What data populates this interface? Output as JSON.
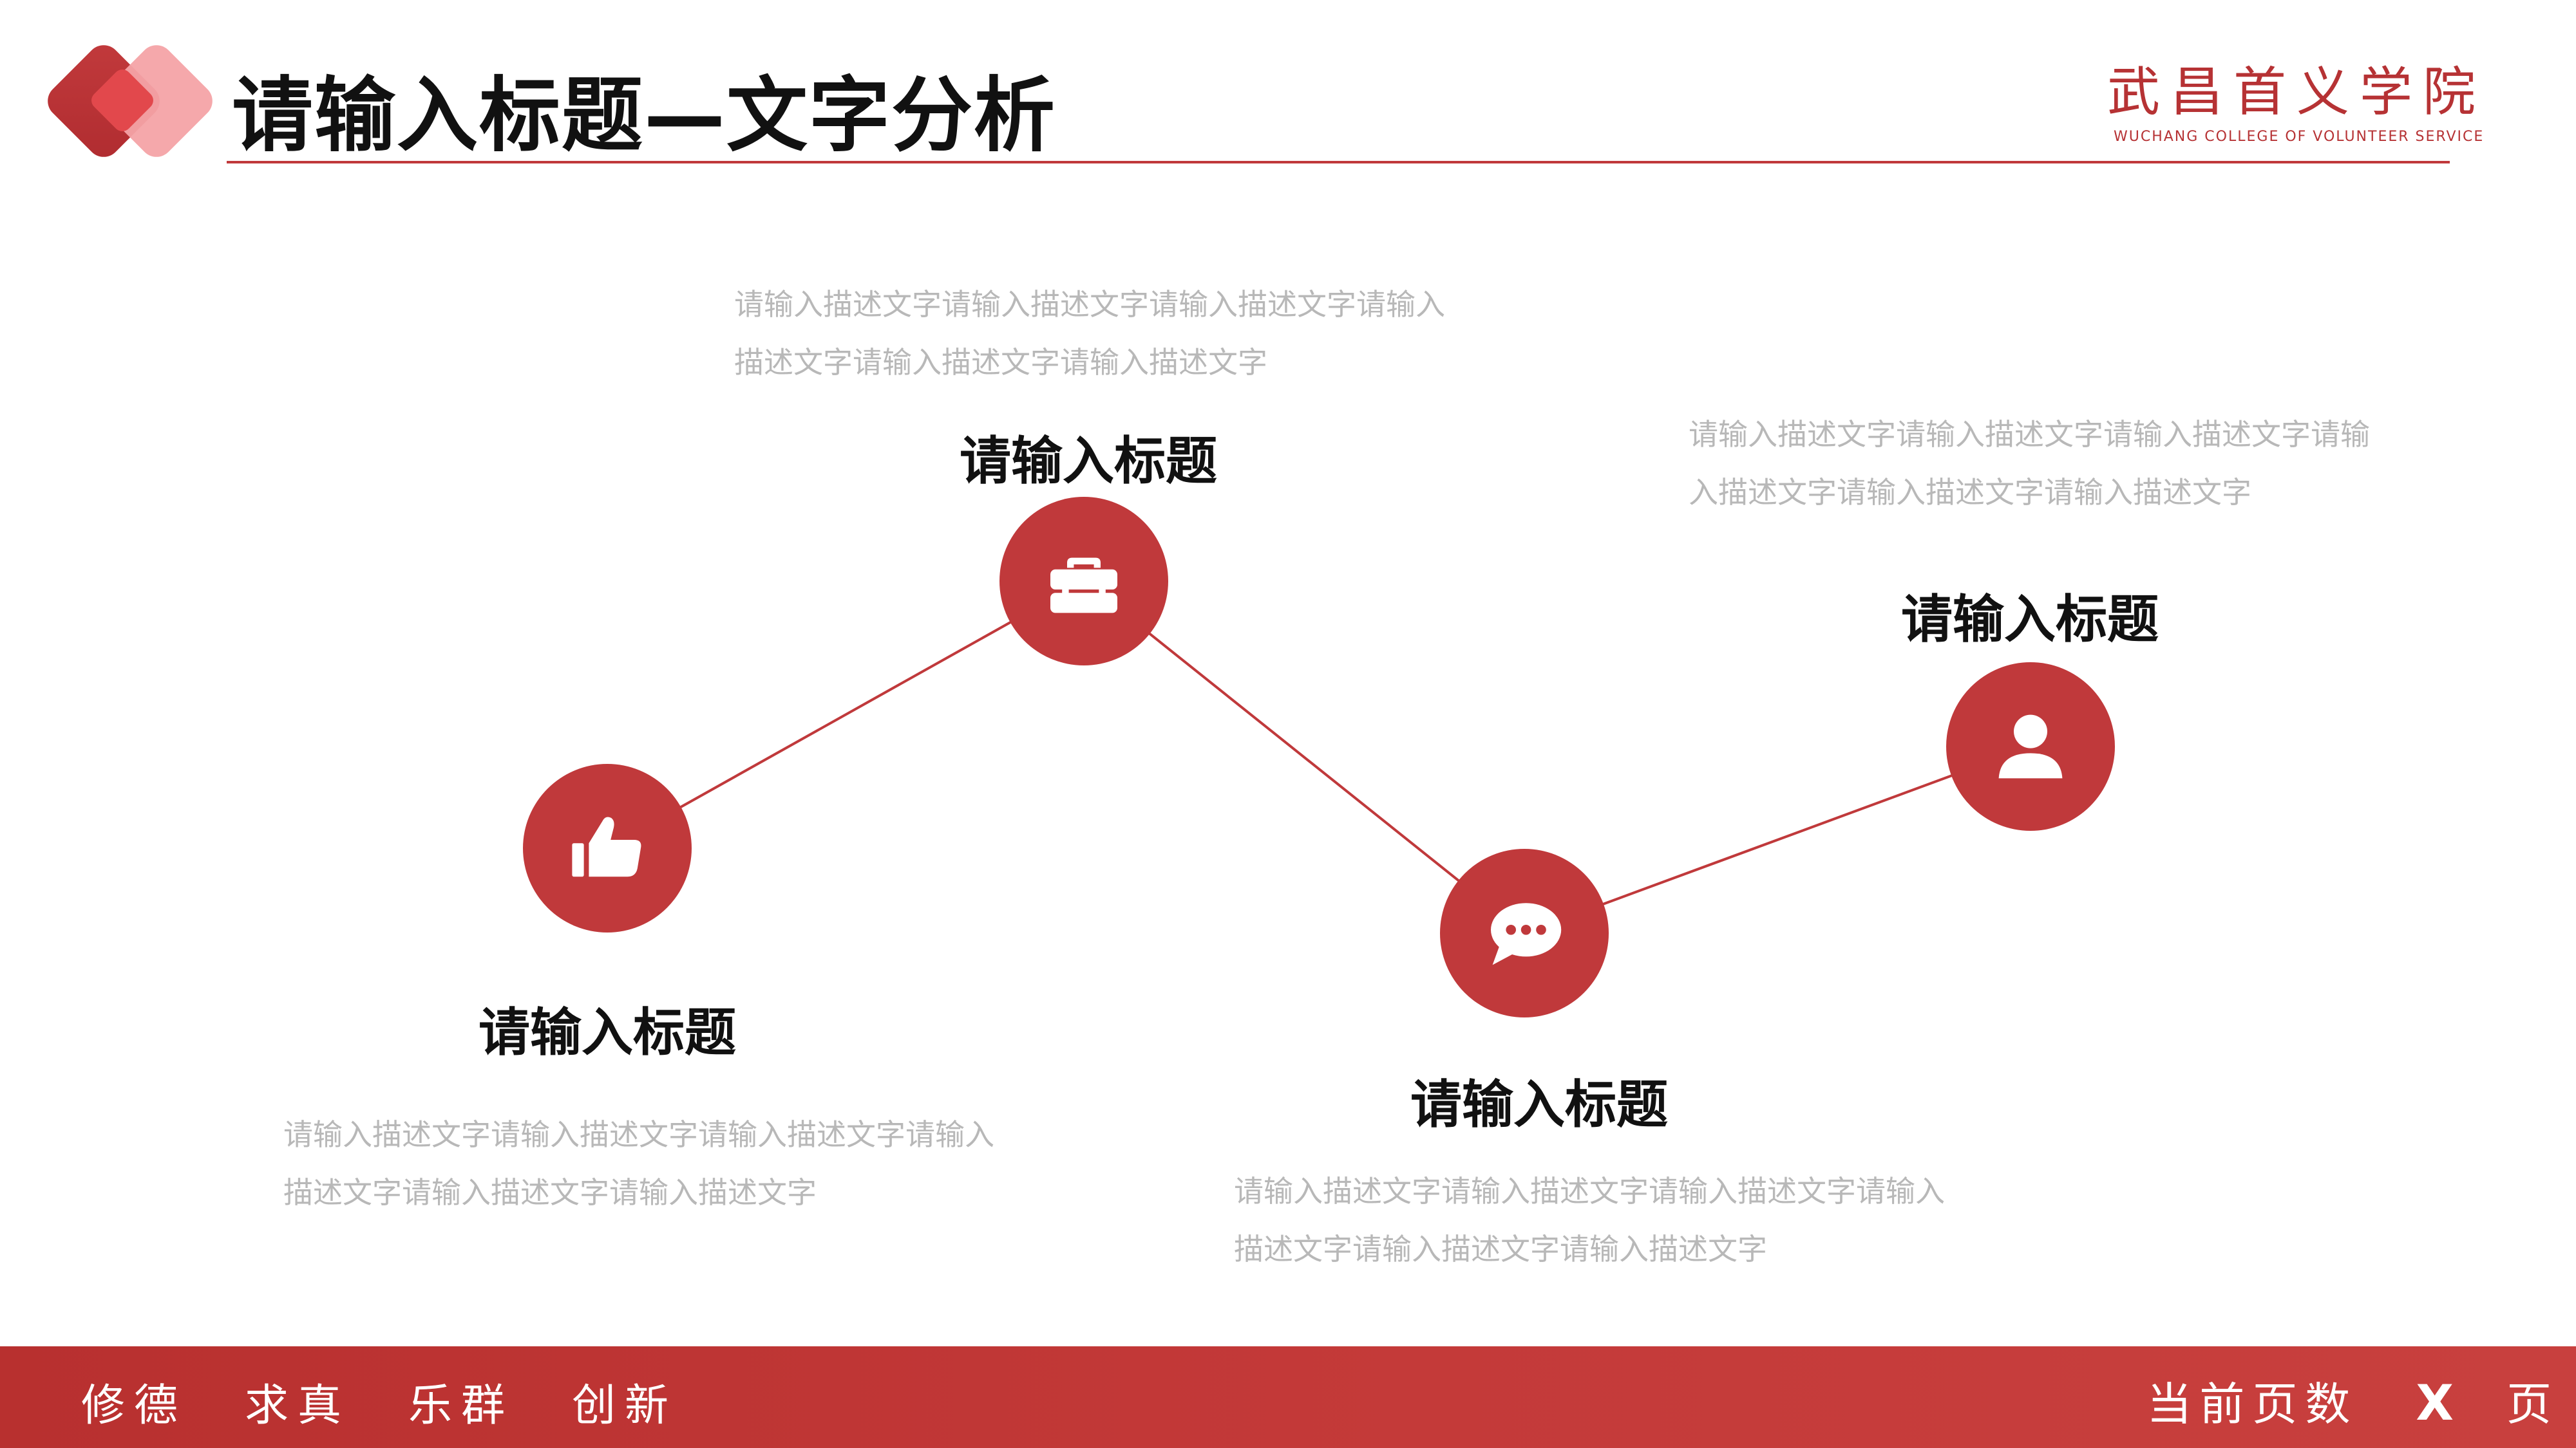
{
  "header": {
    "title": "请输入标题—文字分析",
    "college_cn": "武昌首义学院",
    "college_en": "WUCHANG COLLEGE OF VOLUNTEER SERVICE"
  },
  "nodes": [
    {
      "title": "请输入标题",
      "icon": "thumbs-up-icon",
      "desc": "请输入描述文字请输入描述文字请输入描述文字请输入描述文字请输入描述文字请输入描述文字"
    },
    {
      "title": "请输入标题",
      "icon": "briefcase-icon",
      "desc": "请输入描述文字请输入描述文字请输入描述文字请输入描述文字请输入描述文字请输入描述文字"
    },
    {
      "title": "请输入标题",
      "icon": "chat-bubble-icon",
      "desc": "请输入描述文字请输入描述文字请输入描述文字请输入描述文字请输入描述文字请输入描述文字"
    },
    {
      "title": "请输入标题",
      "icon": "user-icon",
      "desc": "请输入描述文字请输入描述文字请输入描述文字请输入描述文字请输入描述文字请输入描述文字"
    }
  ],
  "footer": {
    "motto": [
      "修德",
      "求真",
      "乐群",
      "创新"
    ],
    "page_prefix": "当前页数",
    "page_number": "X",
    "page_suffix": "页"
  },
  "colors": {
    "accent": "#c0393b",
    "logo_light": "#f4a3a6",
    "desc_text": "#b8b8b8"
  }
}
